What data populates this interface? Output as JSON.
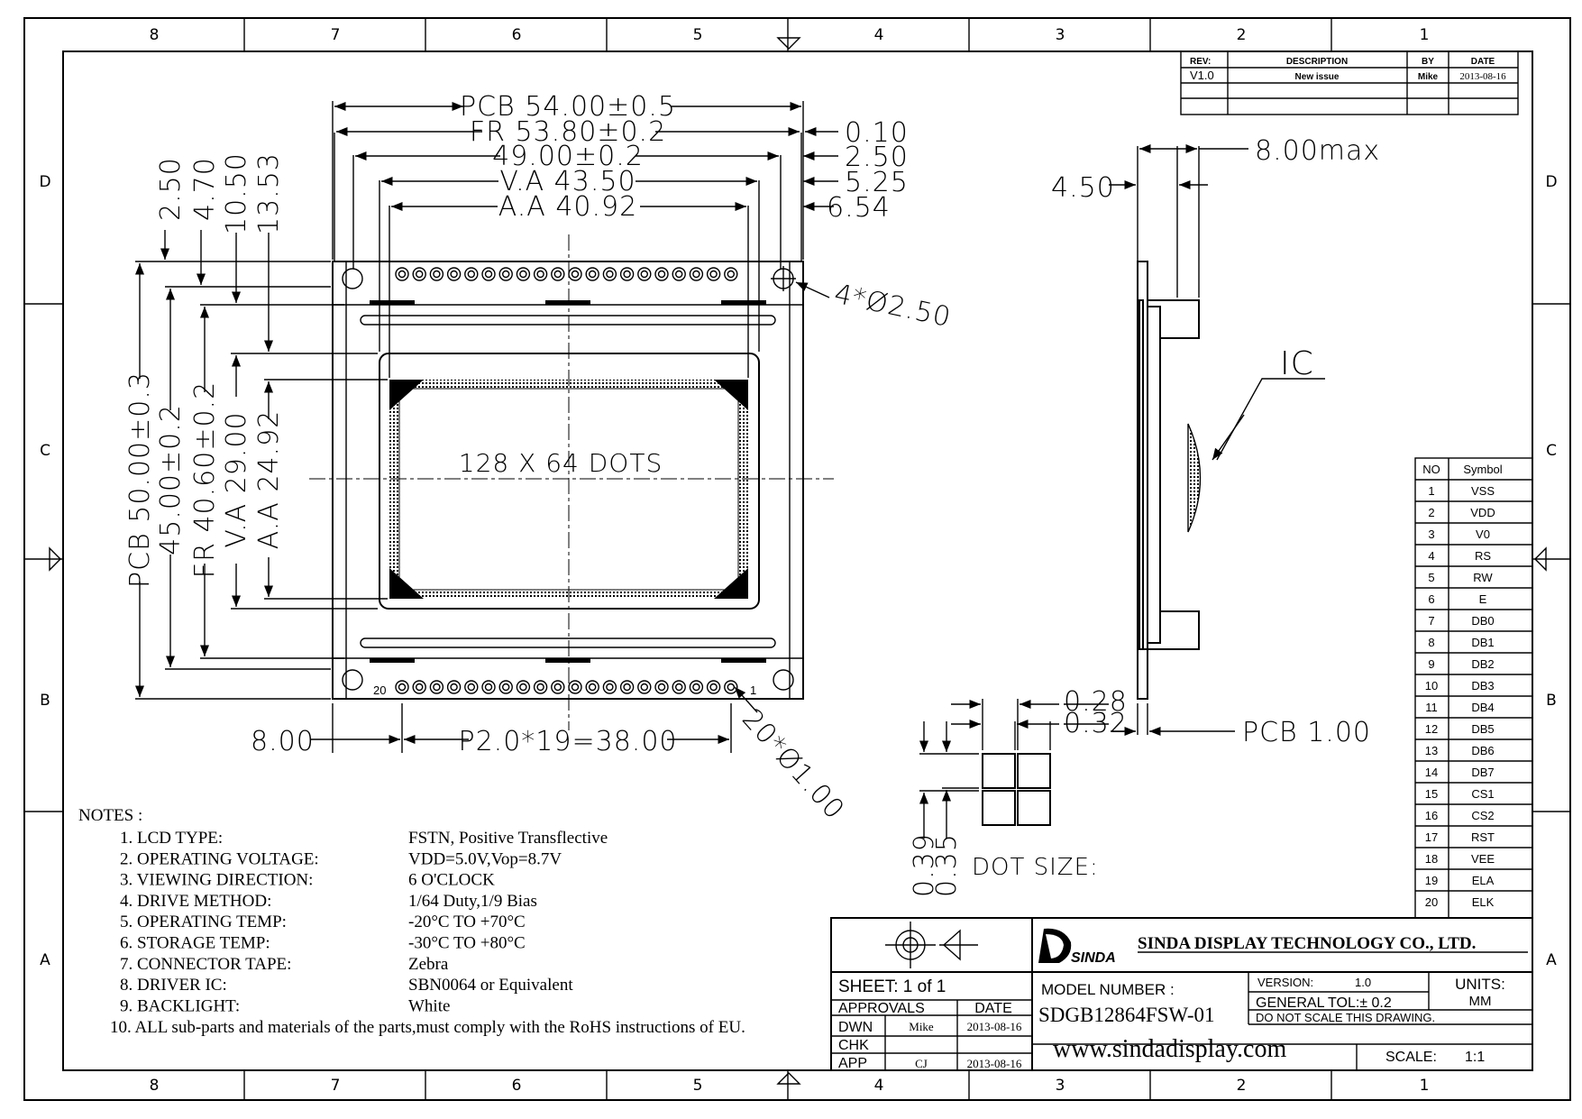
{
  "border": {
    "columns": [
      "8",
      "7",
      "6",
      "5",
      "4",
      "3",
      "2",
      "1"
    ],
    "rows": [
      "D",
      "C",
      "B",
      "A"
    ]
  },
  "revision": {
    "headers": {
      "rev": "REV:",
      "description": "DESCRIPTION",
      "by": "BY",
      "date": "DATE"
    },
    "rows": [
      {
        "rev": "V1.0",
        "description": "New issue",
        "by": "Mike",
        "date": "2013-08-16"
      }
    ]
  },
  "front_view": {
    "dims_top": [
      "PCB 54.00±0.5",
      "FR 53.80±0.2",
      "49.00±0.2",
      "V.A 43.50",
      "A.A 40.92"
    ],
    "dims_right": [
      "0.10",
      "2.50",
      "5.25",
      "6.54"
    ],
    "dims_vertical_left": [
      "2.50",
      "4.70",
      "10.50",
      "13.53"
    ],
    "dims_vertical": [
      "PCB 50.00±0.3",
      "45.00±0.2",
      "FR 40.60±0.2",
      "V.A 29.00",
      "A.A 24.92"
    ],
    "hole_label": "4*Ø2.50",
    "center_label": "128 X 64 DOTS",
    "pin_first": "20",
    "pin_last": "1",
    "pitch_left": "8.00",
    "pitch_label": "P2.0*19=38.00",
    "pin_label": "20*Ø1.00"
  },
  "side_view": {
    "thickness": "8.00max",
    "offset": "4.50",
    "ic_label": "IC",
    "pcb": "PCB 1.00"
  },
  "dot_size": {
    "w1": "0.28",
    "w2": "0.32",
    "h1": "0.39",
    "h2": "0.35",
    "label": "DOT SIZE:"
  },
  "pins": {
    "headers": {
      "no": "NO",
      "symbol": "Symbol"
    },
    "rows": [
      {
        "no": "1",
        "symbol": "VSS"
      },
      {
        "no": "2",
        "symbol": "VDD"
      },
      {
        "no": "3",
        "symbol": "V0"
      },
      {
        "no": "4",
        "symbol": "RS"
      },
      {
        "no": "5",
        "symbol": "RW"
      },
      {
        "no": "6",
        "symbol": "E"
      },
      {
        "no": "7",
        "symbol": "DB0"
      },
      {
        "no": "8",
        "symbol": "DB1"
      },
      {
        "no": "9",
        "symbol": "DB2"
      },
      {
        "no": "10",
        "symbol": "DB3"
      },
      {
        "no": "11",
        "symbol": "DB4"
      },
      {
        "no": "12",
        "symbol": "DB5"
      },
      {
        "no": "13",
        "symbol": "DB6"
      },
      {
        "no": "14",
        "symbol": "DB7"
      },
      {
        "no": "15",
        "symbol": "CS1"
      },
      {
        "no": "16",
        "symbol": "CS2"
      },
      {
        "no": "17",
        "symbol": "RST"
      },
      {
        "no": "18",
        "symbol": "VEE"
      },
      {
        "no": "19",
        "symbol": "ELA"
      },
      {
        "no": "20",
        "symbol": "ELK"
      }
    ]
  },
  "notes": {
    "title": "NOTES :",
    "items": [
      {
        "label": "1. LCD TYPE:",
        "value": "FSTN, Positive Transflective"
      },
      {
        "label": "2. OPERATING VOLTAGE:",
        "value": "VDD=5.0V,Vop=8.7V"
      },
      {
        "label": "3. VIEWING DIRECTION:",
        "value": "6 O'CLOCK"
      },
      {
        "label": "4. DRIVE METHOD:",
        "value": "1/64 Duty,1/9 Bias"
      },
      {
        "label": "5. OPERATING TEMP:",
        "value": "-20°C TO +70°C"
      },
      {
        "label": "6. STORAGE TEMP:",
        "value": "-30°C TO +80°C"
      },
      {
        "label": "7. CONNECTOR TAPE:",
        "value": "Zebra"
      },
      {
        "label": "8. DRIVER IC:",
        "value": "SBN0064 or Equivalent"
      },
      {
        "label": "9. BACKLIGHT:",
        "value": "White"
      }
    ],
    "last": "10. ALL sub-parts and materials of the parts,must comply with the RoHS instructions of EU."
  },
  "title_block": {
    "company_logo": "SINDA",
    "company": "SINDA DISPLAY TECHNOLOGY CO., LTD.",
    "sheet": "SHEET:  1  of  1",
    "approvals": "APPROVALS",
    "date_header": "DATE",
    "approval_rows": [
      {
        "role": "DWN",
        "name": "Mike",
        "date": "2013-08-16"
      },
      {
        "role": "CHK",
        "name": "",
        "date": ""
      },
      {
        "role": "APP",
        "name": "CJ",
        "date": "2013-08-16"
      }
    ],
    "model_label": "MODEL NUMBER :",
    "model": "SDGB12864FSW-01",
    "version_label": "VERSION:",
    "version": "1.0",
    "units_label": "UNITS:",
    "units": "MM",
    "tolerance": "GENERAL TOL:± 0.2",
    "noscale": "DO NOT SCALE THIS DRAWING.",
    "website": "www.sindadisplay.com",
    "scale_label": "SCALE:",
    "scale": "1:1"
  }
}
